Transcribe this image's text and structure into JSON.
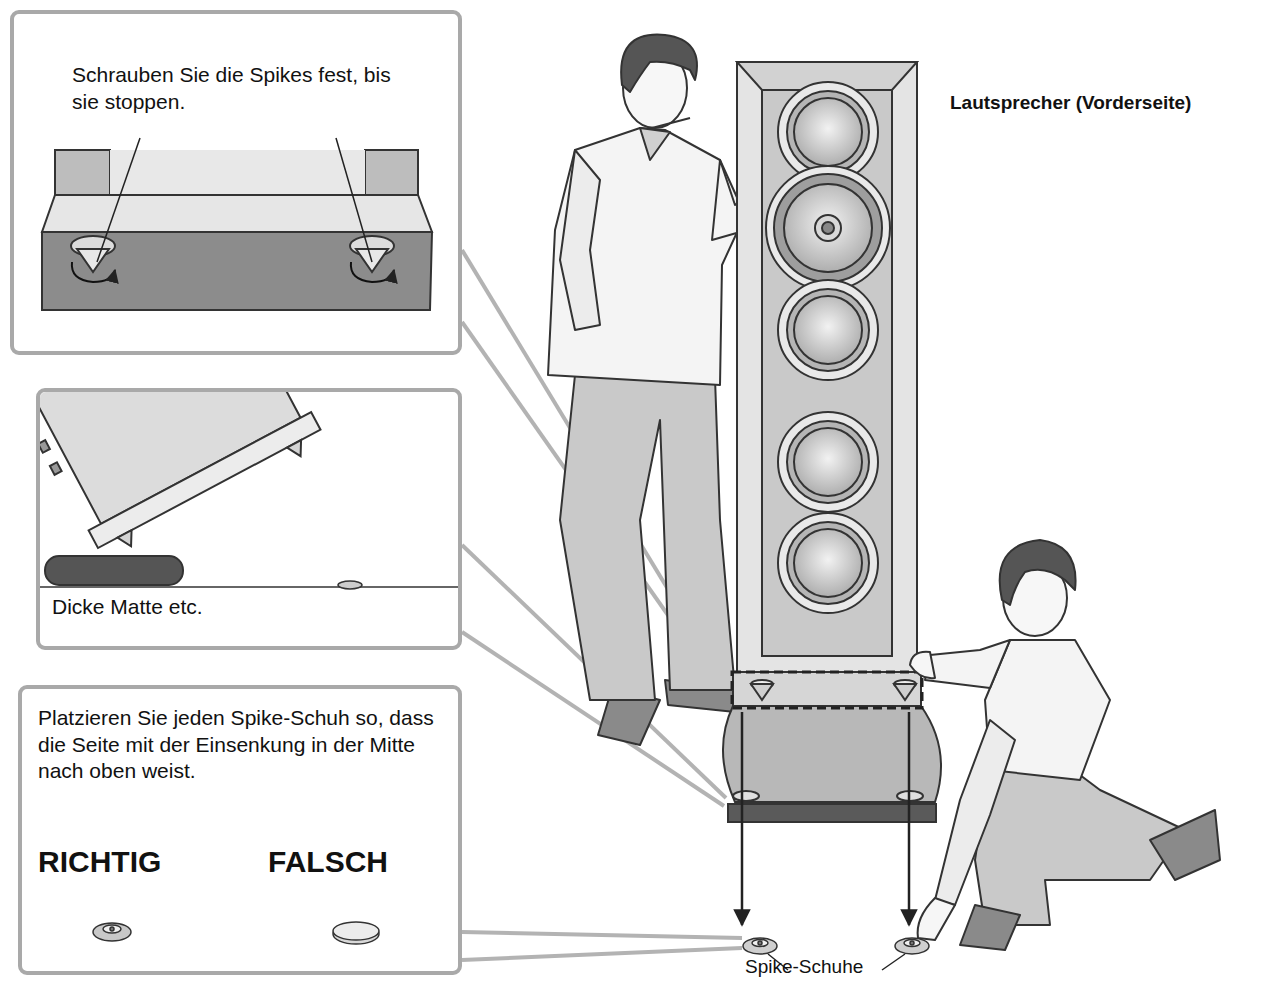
{
  "diagram": {
    "nodes": [
      {
        "text": [
          "Schrauben Sie die Spikes fest, bis sie stoppen."
        ]
      },
      {
        "text": [
          "Dicke Matte etc."
        ]
      },
      {
        "text": [
          "Platzieren Sie jeden Spike-Schuh so, dass die Seite mit der Einsenkung in der Mitte nach oben weist.",
          "RICHTIG",
          "FALSCH"
        ]
      }
    ],
    "labels": [
      "Lautsprecher (Vorderseite)",
      "Spike-Schuhe"
    ]
  }
}
